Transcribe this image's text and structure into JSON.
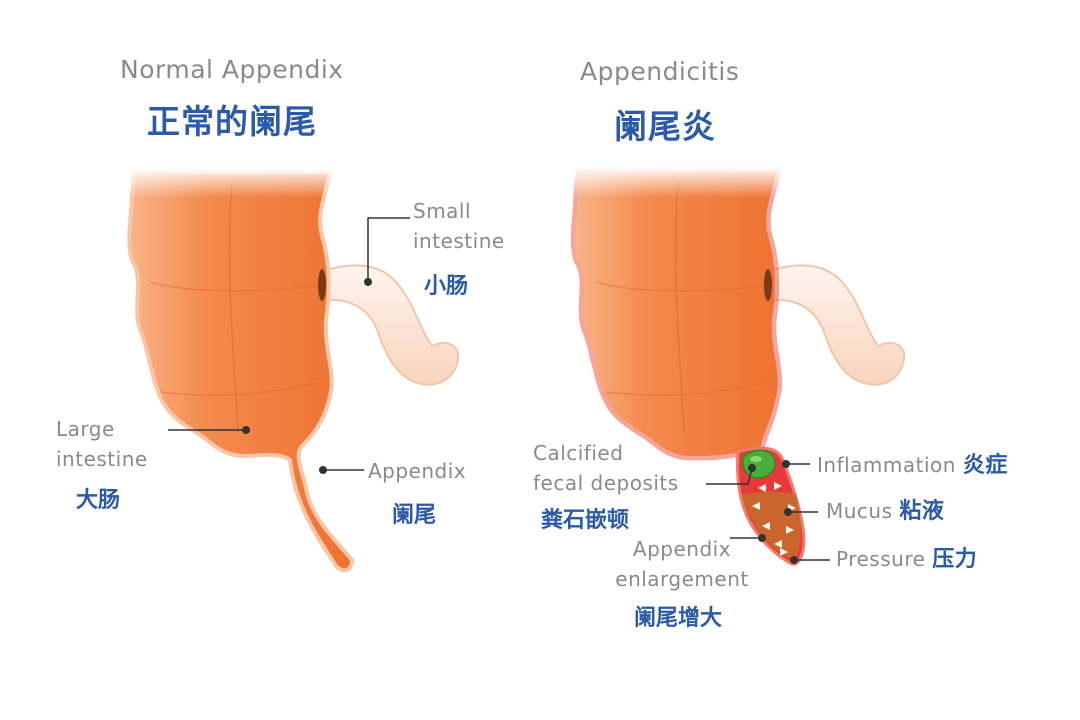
{
  "normal": {
    "title_en": "Normal Appendix",
    "title_zh": "正常的阑尾",
    "small_intestine_en_1": "Small",
    "small_intestine_en_2": "intestine",
    "small_intestine_zh": "小肠",
    "large_intestine_en_1": "Large",
    "large_intestine_en_2": "intestine",
    "large_intestine_zh": "大肠",
    "appendix_en": "Appendix",
    "appendix_zh": "阑尾"
  },
  "appendicitis": {
    "title_en": "Appendicitis",
    "title_zh": "阑尾炎",
    "calcified_en_1": "Calcified",
    "calcified_en_2": "fecal deposits",
    "calcified_zh": "粪石嵌顿",
    "inflammation_en": "Inflammation",
    "inflammation_zh": "炎症",
    "mucus_en": "Mucus",
    "mucus_zh": "粘液",
    "pressure_en": "Pressure",
    "pressure_zh": "压力",
    "enlargement_en_1": "Appendix",
    "enlargement_en_2": "enlargement",
    "enlargement_zh": "阑尾增大"
  },
  "colors": {
    "intestine_orange": "#f07a3a",
    "intestine_light": "#f9b489",
    "small_intestine": "#fbe3d2",
    "inflamed_red": "#e8393a",
    "mucus_brown": "#c56a2c",
    "fecalith_green": "#4cae3a",
    "label_blue": "#2a5aa8",
    "label_gray": "#8a8a8a"
  }
}
